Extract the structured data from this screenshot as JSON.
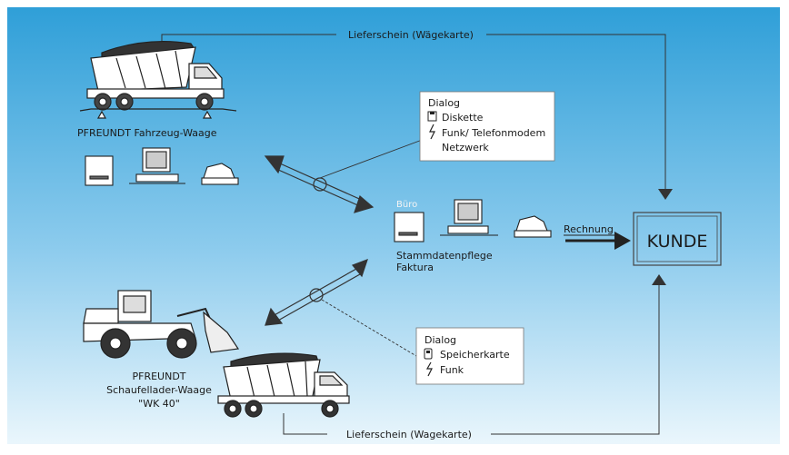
{
  "top_flow": {
    "label": "Lieferschein (Wägekarte)"
  },
  "bottom_flow": {
    "label": "Lieferschein (Wagekarte)"
  },
  "truck_scale": {
    "label": "PFREUNDT Fahrzeug-Waage"
  },
  "loader_scale": {
    "line1": "PFREUNDT",
    "line2": "Schaufellader-Waage",
    "line3": "\"WK 40\""
  },
  "dialog_top": {
    "title": "Dialog",
    "items": [
      "Diskette",
      "Funk/ Telefonmodem",
      "Netzwerk"
    ]
  },
  "dialog_bottom": {
    "title": "Dialog",
    "items": [
      "Speicherkarte",
      "Funk"
    ]
  },
  "office": {
    "label": "Büro",
    "caption1": "Stammdatenpflege",
    "caption2": "Faktura"
  },
  "invoice": {
    "label": "Rechnung"
  },
  "customer": {
    "label": "KUNDE"
  },
  "colors": {
    "sky_top": "#2f9fd8",
    "sky_bottom": "#e6f4fb",
    "ink": "#1a1a1a"
  }
}
